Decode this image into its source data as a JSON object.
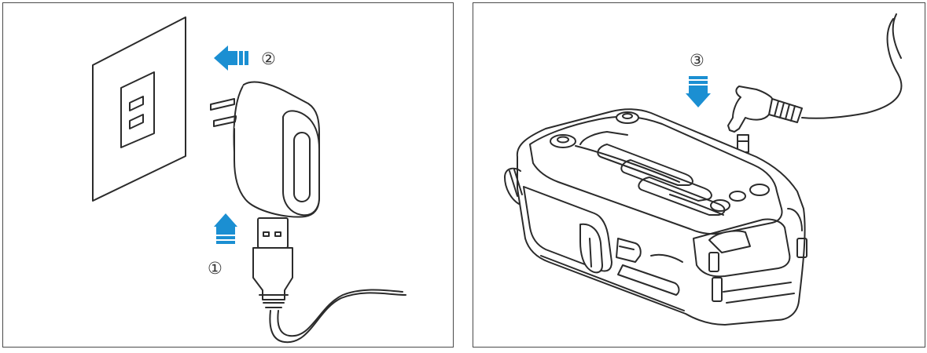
{
  "steps": {
    "step1": "①",
    "step2": "②",
    "step3": "③"
  },
  "colors": {
    "arrow": "#1b8fd2",
    "line": "#2b2b2b",
    "frame": "#4a4a4a"
  },
  "icons": {
    "arrow_up": "arrow-up-icon",
    "arrow_left": "arrow-left-icon",
    "arrow_down": "arrow-down-icon"
  }
}
